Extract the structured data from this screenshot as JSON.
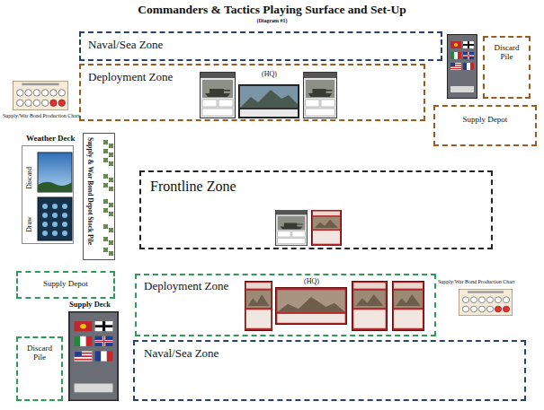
{
  "diagram": {
    "title": "Commanders & Tactics Playing Surface and Set-Up",
    "nodes": [
      {
        "text": [
          "Naval/Sea Zone"
        ]
      },
      {
        "text": [
          "Deployment Zone",
          "(HQ)"
        ]
      },
      {
        "text": [
          "Discard Pile"
        ]
      },
      {
        "text": [
          "Supply Depot"
        ]
      },
      {
        "text": [
          "Weather Deck",
          "Discard",
          "Draw"
        ]
      },
      {
        "text": [
          "Supply & War Bond Depot Stock Pile"
        ]
      },
      {
        "text": [
          "Frontline Zone"
        ]
      },
      {
        "text": [
          "Supply Depot"
        ]
      },
      {
        "text": [
          "Deployment Zone",
          "(HQ)"
        ]
      },
      {
        "text": [
          "Naval/Sea Zone"
        ]
      },
      {
        "text": [
          "Discard Pile"
        ]
      }
    ],
    "labels": [
      "(Diagram #1)",
      "Supply/War Bond Production Chart",
      "Supply/War Bond Production Chart",
      "Supply Deck"
    ]
  }
}
